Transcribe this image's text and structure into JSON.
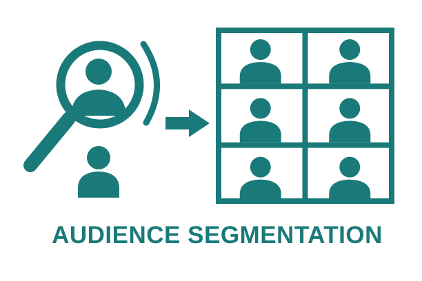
{
  "title": "AUDIENCE SEGMENTATION",
  "colors": {
    "primary": "#1a7a7a",
    "background": "#ffffff"
  },
  "icons": [
    "magnifier-person-icon",
    "person-icon",
    "arrow-right-icon",
    "audience-grid-icon"
  ],
  "grid": {
    "rows": 3,
    "columns": 2
  }
}
